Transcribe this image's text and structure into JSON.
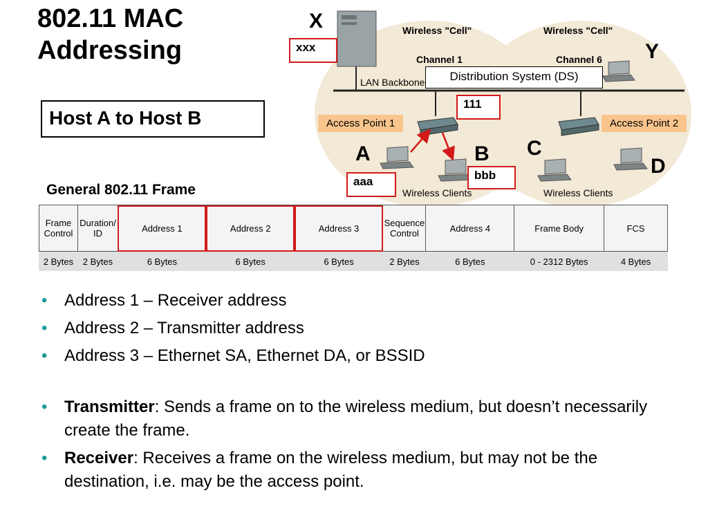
{
  "slide": {
    "title": "802.11 MAC Addressing",
    "subtitle": "Host A to Host B",
    "frame_heading": "General 802.11 Frame"
  },
  "diagram": {
    "cell_left": "Wireless \"Cell\"",
    "cell_right": "Wireless \"Cell\"",
    "channel_left": "Channel 1",
    "channel_right": "Channel 6",
    "lan_backbone": "LAN Backbone",
    "ds_label": "Distribution System (DS)",
    "ap1": "Access Point 1",
    "ap2": "Access Point 2",
    "clients_left": "Wireless Clients",
    "clients_right": "Wireless Clients",
    "letter_x": "X",
    "letter_y": "Y",
    "letter_a": "A",
    "letter_b": "B",
    "letter_c": "C",
    "letter_d": "D",
    "addr_x": "xxx",
    "addr_ap": "111",
    "addr_a": "aaa",
    "addr_b": "bbb"
  },
  "frame": {
    "fields": [
      "Frame Control",
      "Duration/ ID",
      "Address 1",
      "Address 2",
      "Address 3",
      "Sequence Control",
      "Address 4",
      "Frame Body",
      "FCS"
    ],
    "sizes": [
      "2 Bytes",
      "2 Bytes",
      "6 Bytes",
      "6 Bytes",
      "6 Bytes",
      "2 Bytes",
      "6 Bytes",
      "0 - 2312 Bytes",
      "4 Bytes"
    ]
  },
  "bullets": [
    {
      "bold": "",
      "text": "Address 1 – Receiver address"
    },
    {
      "bold": "",
      "text": "Address 2 – Transmitter address"
    },
    {
      "bold": "",
      "text": "Address 3 – Ethernet SA, Ethernet DA, or BSSID"
    },
    {
      "bold": "Transmitter",
      "text": ": Sends a frame on to the wireless medium, but doesn’t necessarily create the frame."
    },
    {
      "bold": "Receiver",
      "text": ": Receives a frame on the wireless medium, but may not be the destination, i.e. may be the access point."
    }
  ],
  "colors": {
    "highlight_red": "#d31919",
    "ap_label_bg": "#f9c58c",
    "cell_bg": "#f2e9d6",
    "bullet_teal": "#1a9b9b"
  },
  "icons": [
    "server-icon",
    "laptop-icon",
    "access-point-icon"
  ]
}
